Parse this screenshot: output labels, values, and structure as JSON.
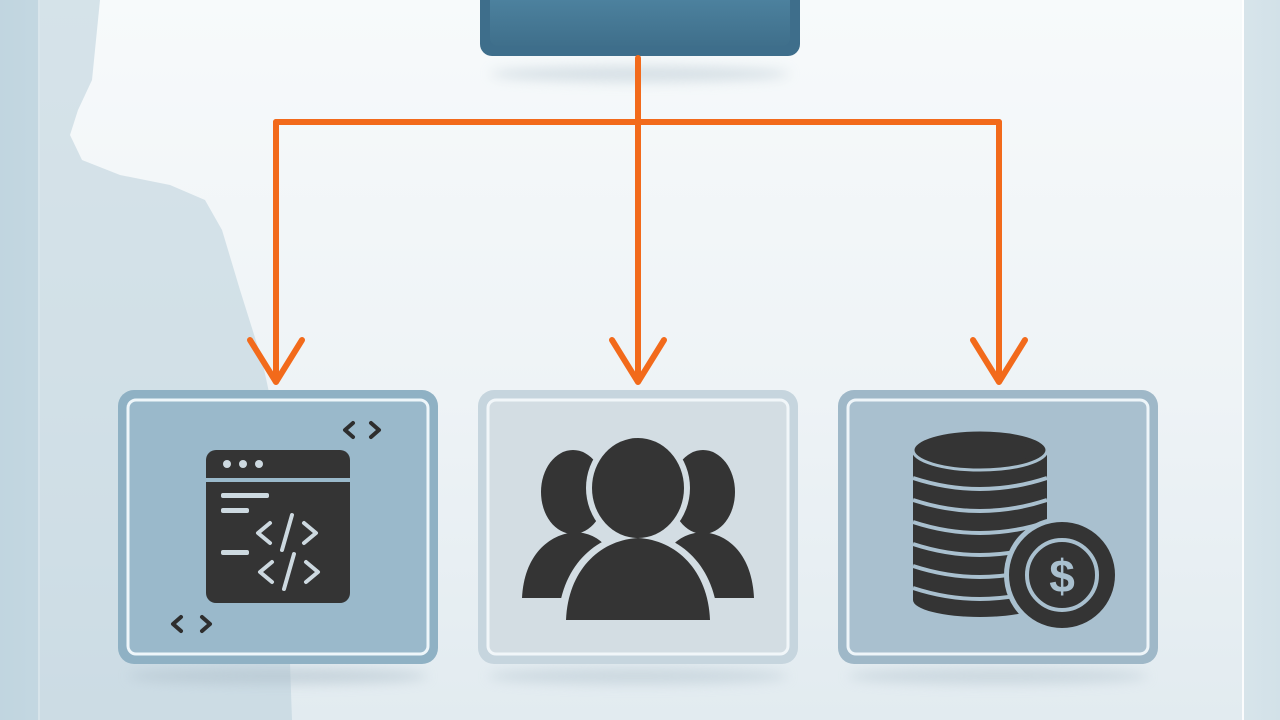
{
  "diagram": {
    "top_node": {
      "label": "",
      "fill": "#4a7c99"
    },
    "connector_color": "#f26a1b",
    "nodes": [
      {
        "id": "code",
        "icon": "code-window-icon",
        "fill": "#9ab9cb"
      },
      {
        "id": "team",
        "icon": "people-group-icon",
        "fill": "#d3dde3"
      },
      {
        "id": "finance",
        "icon": "coin-stack-dollar-icon",
        "fill": "#a9c0cf"
      }
    ]
  }
}
